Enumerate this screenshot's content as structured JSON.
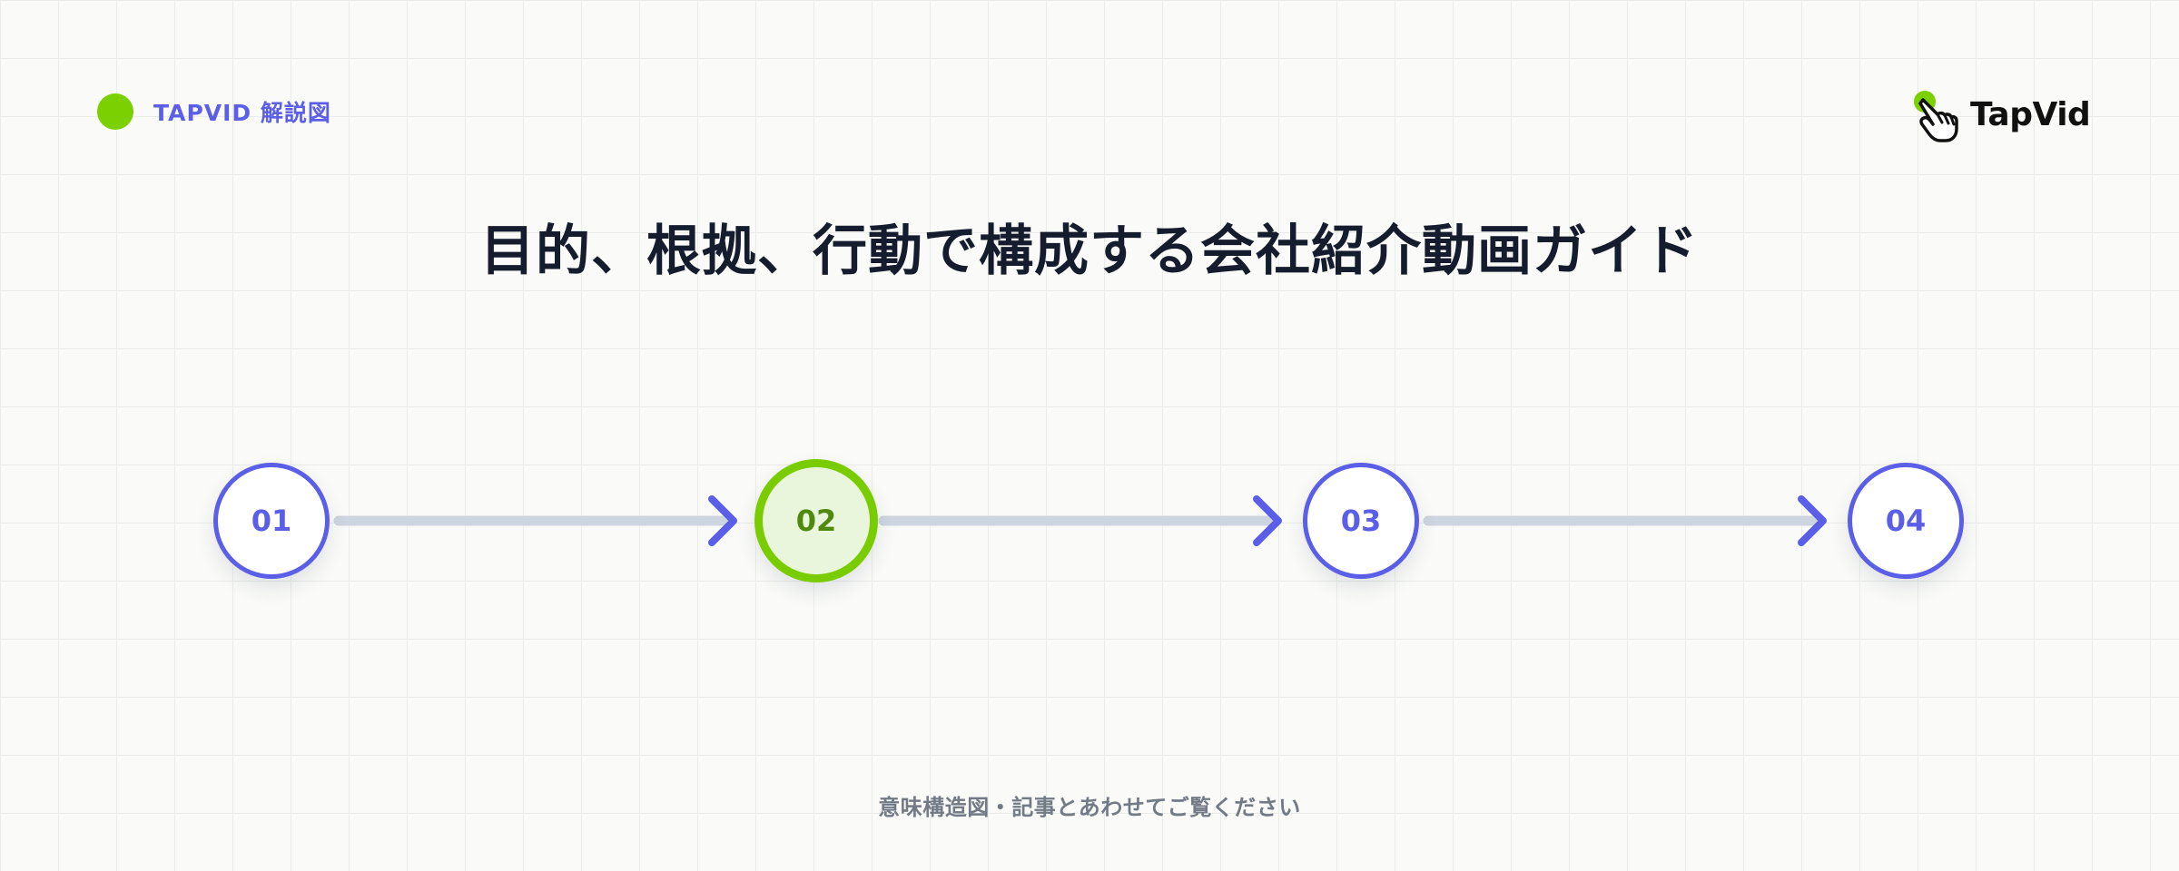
{
  "brand": {
    "label": "TAPVID 解説図",
    "dot_color": "#7ad000",
    "text_color": "#5b5ee6"
  },
  "logo": {
    "text": "TapVid",
    "icon": "hand-pointer-icon",
    "accent_color": "#7ad000"
  },
  "title": "目的、根拠、行動で構成する会社紹介動画ガイド",
  "steps": [
    {
      "label": "01",
      "active": false
    },
    {
      "label": "02",
      "active": true
    },
    {
      "label": "03",
      "active": false
    },
    {
      "label": "04",
      "active": false
    }
  ],
  "colors": {
    "primary": "#5b5ee6",
    "active": "#78cc00",
    "active_fill": "#eaf6dc",
    "connector": "#cdd5e0",
    "title": "#141c2e",
    "muted": "#727a86"
  },
  "footer": "意味構造図・記事とあわせてご覧ください"
}
